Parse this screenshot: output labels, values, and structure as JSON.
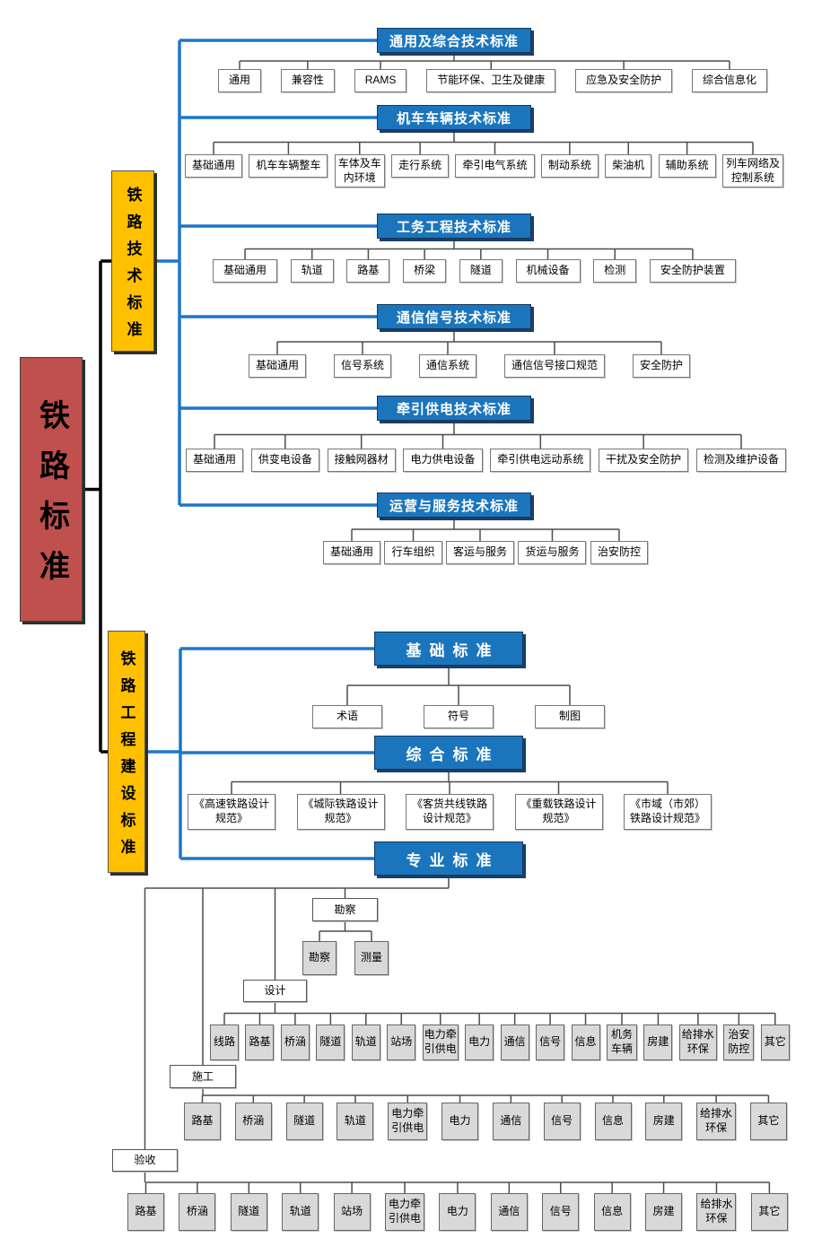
{
  "root": {
    "label": "铁路标准"
  },
  "branches": [
    {
      "label": "铁路技术标准",
      "groups": [
        {
          "title": "通用及综合技术标准",
          "children": [
            "通用",
            "兼容性",
            "RAMS",
            "节能环保、卫生及健康",
            "应急及安全防护",
            "综合信息化"
          ]
        },
        {
          "title": "机车车辆技术标准",
          "children": [
            "基础通用",
            "机车车辆整车",
            "车体及车内环境",
            "走行系统",
            "牵引电气系统",
            "制动系统",
            "柴油机",
            "辅助系统",
            "列车网络及控制系统"
          ]
        },
        {
          "title": "工务工程技术标准",
          "children": [
            "基础通用",
            "轨道",
            "路基",
            "桥梁",
            "隧道",
            "机械设备",
            "检测",
            "安全防护装置"
          ]
        },
        {
          "title": "通信信号技术标准",
          "children": [
            "基础通用",
            "信号系统",
            "通信系统",
            "通信信号接口规范",
            "安全防护"
          ]
        },
        {
          "title": "牵引供电技术标准",
          "children": [
            "基础通用",
            "供变电设备",
            "接触网器材",
            "电力供电设备",
            "牵引供电远动系统",
            "干扰及安全防护",
            "检测及维护设备"
          ]
        },
        {
          "title": "运营与服务技术标准",
          "children": [
            "基础通用",
            "行车组织",
            "客运与服务",
            "货运与服务",
            "治安防控"
          ]
        }
      ]
    },
    {
      "label": "铁路工程建设标准",
      "groups": [
        {
          "title": "基础标准",
          "children": [
            "术语",
            "符号",
            "制图"
          ]
        },
        {
          "title": "综合标准",
          "children": [
            "《高速铁路设计规范》",
            "《城际铁路设计规范》",
            "《客货共线铁路设计规范》",
            "《重载铁路设计规范》",
            "《市域（市郊）铁路设计规范》"
          ]
        },
        {
          "title": "专业标准",
          "phases": [
            {
              "label": "勘察",
              "children": [
                "勘察",
                "测量"
              ]
            },
            {
              "label": "设计",
              "children": [
                "线路",
                "路基",
                "桥涵",
                "隧道",
                "轨道",
                "站场",
                "电力牵引供电",
                "电力",
                "通信",
                "信号",
                "信息",
                "机务车辆",
                "房建",
                "给排水环保",
                "治安防控",
                "其它"
              ]
            },
            {
              "label": "施工",
              "children": [
                "路基",
                "桥涵",
                "隧道",
                "轨道",
                "电力牵引供电",
                "电力",
                "通信",
                "信号",
                "信息",
                "房建",
                "给排水环保",
                "其它"
              ]
            },
            {
              "label": "验收",
              "children": [
                "路基",
                "桥涵",
                "隧道",
                "轨道",
                "站场",
                "电力牵引供电",
                "电力",
                "通信",
                "信号",
                "信息",
                "房建",
                "给排水环保",
                "其它"
              ]
            }
          ]
        }
      ]
    }
  ],
  "colors": {
    "header_blue": "#1b75bc",
    "link_blue": "#1e76c8",
    "branch_yellow": "#ffc000",
    "root_red": "#c0504d",
    "leaf_gray": "#d9d9d9"
  }
}
